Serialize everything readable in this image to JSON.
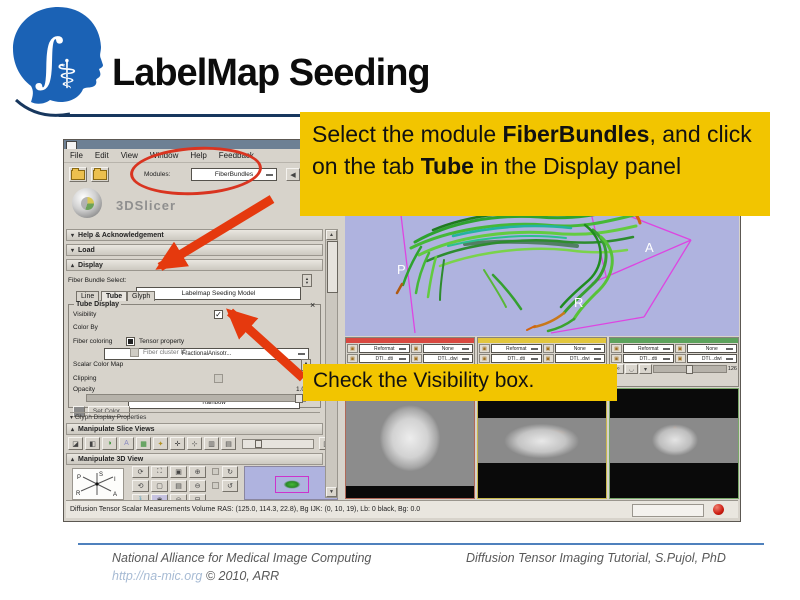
{
  "colors": {
    "callout_bg": "#F2C500",
    "arrow_red": "#E5390E",
    "logo_blue": "#1B62B5",
    "swoosh_navy": "#17375E",
    "footer_line_blue": "#4F81BD",
    "view3d_bg": "#AFB3DF",
    "slice_red": "#D84840",
    "slice_yellow": "#E2C63C",
    "slice_green": "#5CA25C"
  },
  "slide": {
    "title": "LabelMap Seeding",
    "callout1": {
      "seg1": "Select the module ",
      "seg2": "FiberBundles",
      "seg3": ", and click on the tab ",
      "seg4": "Tube",
      "seg5": " in the Display panel"
    },
    "callout2": "Check the Visibility box.",
    "footer": {
      "org": "National Alliance for Medical Image Computing",
      "url": "http://na-mic.org",
      "copyright": "© 2010, ARR",
      "credit": "Diffusion Tensor Imaging Tutorial, S.Pujol, PhD"
    }
  },
  "app": {
    "menu": [
      "File",
      "Edit",
      "View",
      "Window",
      "Help",
      "Feedback"
    ],
    "toolbar": {
      "modules_label": "Modules:",
      "module_value": "FiberBundles"
    },
    "brand": "3DSlicer",
    "panels": {
      "help": "Help & Acknowledgement",
      "load": "Load",
      "display": "Display",
      "glyph_props": "Glyph Display Properties",
      "slice_views": "Manipulate Slice Views",
      "view3d": "Manipulate 3D View"
    },
    "display": {
      "fiber_bundle_label": "Fiber Bundle Select:",
      "fiber_bundle_value": "Labelmap Seeding Model",
      "tabs": [
        "Line",
        "Tube",
        "Glyph"
      ],
      "group_title": "Tube Display",
      "close_glyph": "×",
      "visibility_label": "Visibility",
      "visibility_check": "✓",
      "color_by_label": "Color By",
      "color_by_value": "FractionalAnisotr...",
      "fiber_coloring_label": "Fiber coloring",
      "tensor_property": "Tensor property",
      "fiber_cluster": "Fiber cluster ID",
      "scalar_map_label": "Scalar Color Map",
      "scalar_map_value": "Rainbow",
      "clipping_label": "Clipping",
      "opacity_label": "Opacity",
      "opacity_value": "1.0",
      "set_color": "Set Color..."
    },
    "axis_widget": {
      "p": "P",
      "s": "S",
      "r": "R",
      "i": "I",
      "a": "A"
    },
    "view3d_letters": {
      "p": "P",
      "a": "A",
      "r": "R"
    },
    "slice_controls": {
      "reformat": "Reformat",
      "none": "None",
      "fg": "DTI...dti",
      "bg": "DTI...dwi",
      "fov": "126"
    },
    "status": "Diffusion Tensor Scalar Measurements Volume RAS: (125.0, 114.3, 22.8),  Bg IJK: (0, 10, 19),  Lb: 0 black,  Bg: 0.0"
  }
}
